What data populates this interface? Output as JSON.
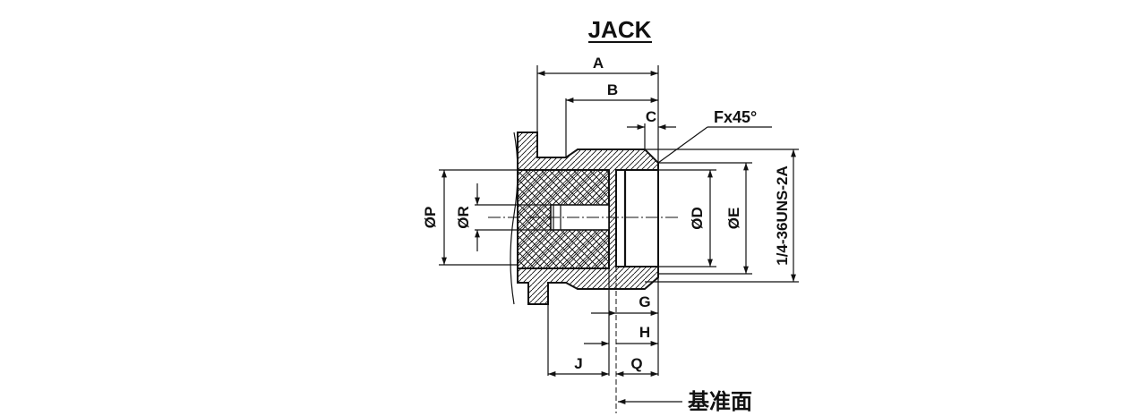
{
  "title": "JACK",
  "colors": {
    "ink": "#111111",
    "hatch": "#c8c8c8",
    "background": "#ffffff"
  },
  "labels": {
    "A": "A",
    "B": "B",
    "C": "C",
    "F": "Fx45°",
    "P": "ØP",
    "R": "ØR",
    "D": "ØD",
    "E": "ØE",
    "thread": "1/4-36UNS-2A",
    "G": "G",
    "H": "H",
    "J": "J",
    "Q": "Q",
    "reference_plane": "基准面"
  }
}
